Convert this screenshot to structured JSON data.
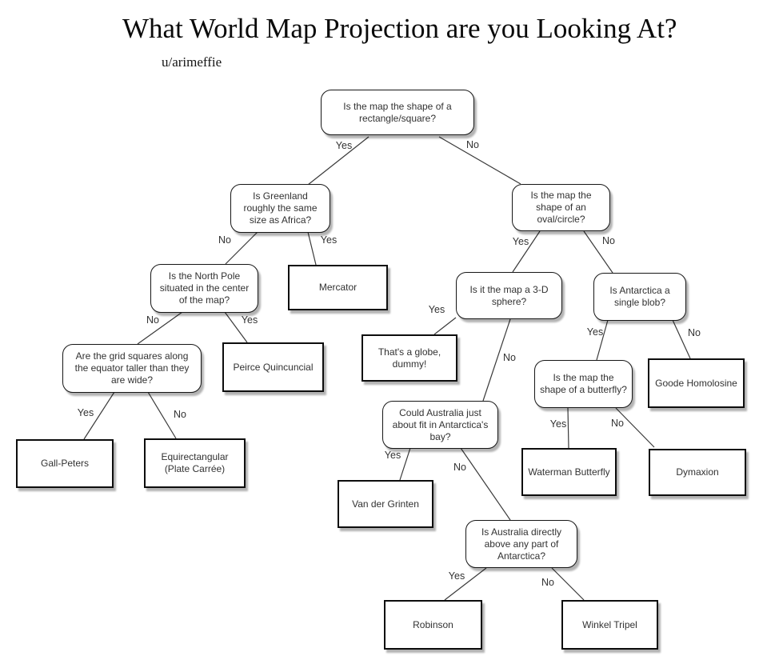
{
  "title": "What World Map Projection are you Looking At?",
  "credit": "u/arimeffie",
  "colors": {
    "background": "#ffffff",
    "question_border": "#161616",
    "answer_border": "#0d0d0d",
    "line": "#3a3a3a",
    "text": "#323232"
  },
  "nodes": [
    {
      "id": "root",
      "type": "question",
      "text": "Is the map the shape of a rectangle/square?"
    },
    {
      "id": "greenland",
      "type": "question",
      "text": "Is Greenland roughly the same size as Africa?"
    },
    {
      "id": "oval",
      "type": "question",
      "text": "Is the map the shape of an oval/circle?"
    },
    {
      "id": "northpole",
      "type": "question",
      "text": "Is the North Pole situated in the center of the map?"
    },
    {
      "id": "mercator",
      "type": "answer",
      "text": "Mercator"
    },
    {
      "id": "sphere",
      "type": "question",
      "text": "Is it the map a 3-D sphere?"
    },
    {
      "id": "blob",
      "type": "question",
      "text": "Is Antarctica a single blob?"
    },
    {
      "id": "gridsquares",
      "type": "question",
      "text": "Are the grid squares along the equator taller than they are wide?"
    },
    {
      "id": "peirce",
      "type": "answer",
      "text": "Peirce Quincuncial"
    },
    {
      "id": "globe",
      "type": "answer",
      "text": "That's a globe, dummy!"
    },
    {
      "id": "couldaustralia",
      "type": "question",
      "text": "Could Australia just about fit in Antarctica's bay?"
    },
    {
      "id": "butterfly",
      "type": "question",
      "text": "Is the map the shape of a butterfly?"
    },
    {
      "id": "goode",
      "type": "answer",
      "text": "Goode Homolosine"
    },
    {
      "id": "gallpeters",
      "type": "answer",
      "text": "Gall-Peters"
    },
    {
      "id": "equirect",
      "type": "answer",
      "text": "Equirectangular (Plate Carrée)"
    },
    {
      "id": "vandergrinten",
      "type": "answer",
      "text": "Van der Grinten"
    },
    {
      "id": "waterman",
      "type": "answer",
      "text": "Waterman Butterfly"
    },
    {
      "id": "dymaxion",
      "type": "answer",
      "text": "Dymaxion"
    },
    {
      "id": "isaustralia",
      "type": "question",
      "text": "Is Australia directly above any part of Antarctica?"
    },
    {
      "id": "robinson",
      "type": "answer",
      "text": "Robinson"
    },
    {
      "id": "winkel",
      "type": "answer",
      "text": "Winkel Tripel"
    }
  ],
  "edges": [
    {
      "from": "root",
      "to": "greenland",
      "label": "Yes"
    },
    {
      "from": "root",
      "to": "oval",
      "label": "No"
    },
    {
      "from": "greenland",
      "to": "northpole",
      "label": "No"
    },
    {
      "from": "greenland",
      "to": "mercator",
      "label": "Yes"
    },
    {
      "from": "northpole",
      "to": "gridsquares",
      "label": "No"
    },
    {
      "from": "northpole",
      "to": "peirce",
      "label": "Yes"
    },
    {
      "from": "gridsquares",
      "to": "gallpeters",
      "label": "Yes"
    },
    {
      "from": "gridsquares",
      "to": "equirect",
      "label": "No"
    },
    {
      "from": "oval",
      "to": "sphere",
      "label": "Yes"
    },
    {
      "from": "oval",
      "to": "blob",
      "label": "No"
    },
    {
      "from": "sphere",
      "to": "globe",
      "label": "Yes"
    },
    {
      "from": "sphere",
      "to": "couldaustralia",
      "label": "No"
    },
    {
      "from": "couldaustralia",
      "to": "vandergrinten",
      "label": "Yes"
    },
    {
      "from": "couldaustralia",
      "to": "isaustralia",
      "label": "No"
    },
    {
      "from": "isaustralia",
      "to": "robinson",
      "label": "Yes"
    },
    {
      "from": "isaustralia",
      "to": "winkel",
      "label": "No"
    },
    {
      "from": "blob",
      "to": "butterfly",
      "label": "Yes"
    },
    {
      "from": "blob",
      "to": "goode",
      "label": "No"
    },
    {
      "from": "butterfly",
      "to": "waterman",
      "label": "Yes"
    },
    {
      "from": "butterfly",
      "to": "dymaxion",
      "label": "No"
    }
  ]
}
